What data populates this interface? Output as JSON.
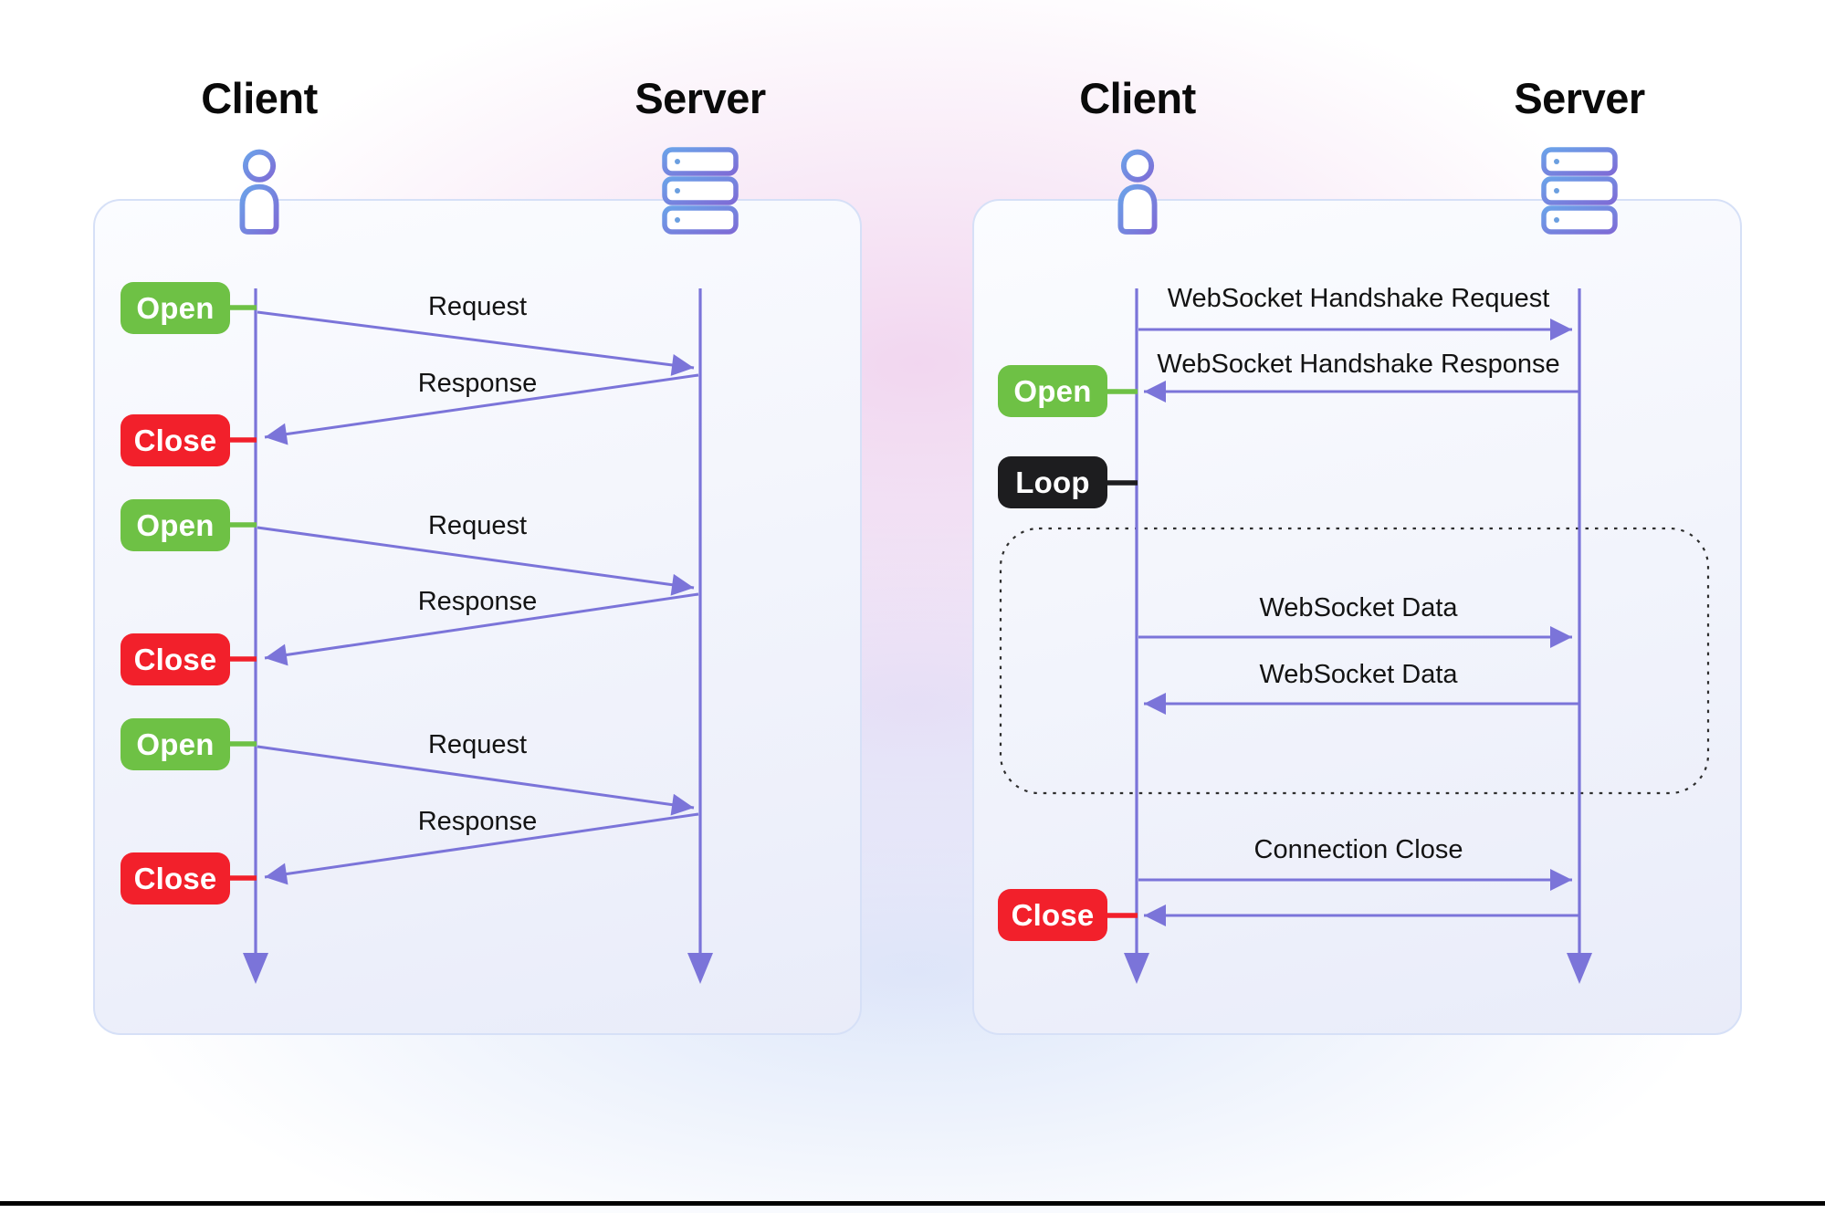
{
  "page": {
    "background_color": "#ffffff",
    "bottom_rule_color": "#000000"
  },
  "colors": {
    "arrow": "#7b74d9",
    "open_badge": "#6ec145",
    "close_badge": "#f2202b",
    "loop_badge": "#1d1d1f",
    "panel_border": "#d6e0f7",
    "icon_gradient_start": "#6ba2e9",
    "icon_gradient_end": "#7e6cd6"
  },
  "http_panel": {
    "client_label": "Client",
    "server_label": "Server",
    "cycles": [
      {
        "open_label": "Open",
        "request_label": "Request",
        "response_label": "Response",
        "close_label": "Close"
      },
      {
        "open_label": "Open",
        "request_label": "Request",
        "response_label": "Response",
        "close_label": "Close"
      },
      {
        "open_label": "Open",
        "request_label": "Request",
        "response_label": "Response",
        "close_label": "Close"
      }
    ]
  },
  "websocket_panel": {
    "client_label": "Client",
    "server_label": "Server",
    "open_label": "Open",
    "loop_label": "Loop",
    "close_label": "Close",
    "messages": {
      "handshake_request": "WebSocket Handshake Request",
      "handshake_response": "WebSocket Handshake Response",
      "data_to_server": "WebSocket Data",
      "data_to_client": "WebSocket Data",
      "connection_close": "Connection Close"
    }
  }
}
